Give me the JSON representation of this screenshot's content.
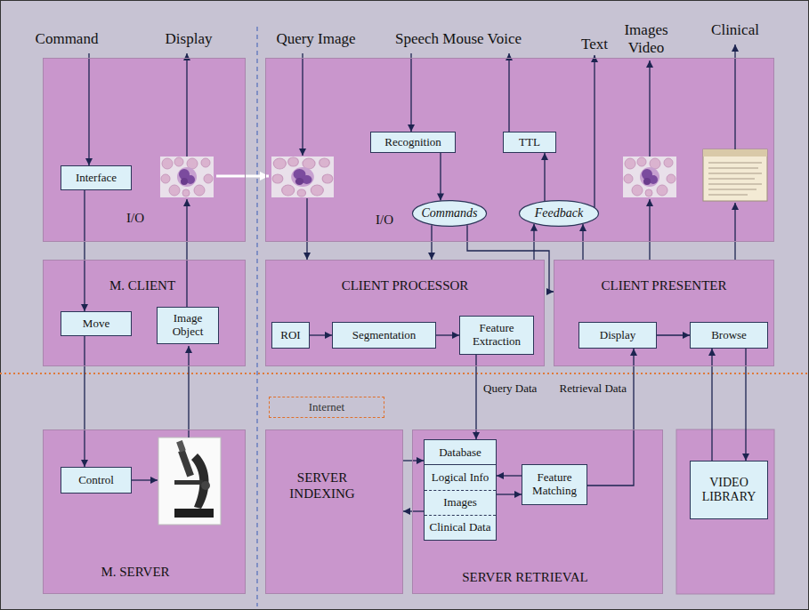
{
  "diagram": {
    "nodes": [
      {
        "text": [
          "I/O"
        ]
      },
      {
        "text": [
          "Interface"
        ],
        "in": 0
      },
      {
        "text": [
          "I/O"
        ]
      },
      {
        "text": [
          "Recognition"
        ],
        "in": 2
      },
      {
        "text": [
          "TTL"
        ],
        "in": 2
      },
      {
        "text": [
          "Commands"
        ],
        "in": 2
      },
      {
        "text": [
          "Feedback"
        ],
        "in": 2
      },
      {
        "text": [
          "M. CLIENT"
        ]
      },
      {
        "text": [
          "Move"
        ],
        "in": 7
      },
      {
        "text": [
          "Image Object"
        ],
        "in": 7
      },
      {
        "text": [
          "CLIENT PROCESSOR"
        ]
      },
      {
        "text": [
          "ROI"
        ],
        "in": 10
      },
      {
        "text": [
          "Segmentation"
        ],
        "in": 10
      },
      {
        "text": [
          "Feature Extraction"
        ],
        "in": 10
      },
      {
        "text": [
          "CLIENT PRESENTER"
        ]
      },
      {
        "text": [
          "Display"
        ],
        "in": 14
      },
      {
        "text": [
          "Browse"
        ],
        "in": 14
      },
      {
        "text": [
          "Internet"
        ]
      },
      {
        "text": [
          "M. SERVER"
        ]
      },
      {
        "text": [
          "Control"
        ],
        "in": 18
      },
      {
        "text": [
          "SERVER INDEXING"
        ]
      },
      {
        "text": [
          "SERVER RETRIEVAL"
        ]
      },
      {
        "text": [
          "Database",
          "Logical Info",
          "Images",
          "Clinical Data"
        ],
        "in": 21
      },
      {
        "text": [
          "Feature Matching"
        ],
        "in": 21
      },
      {
        "text": [
          "VIDEO LIBRARY"
        ]
      }
    ],
    "edges": [
      {
        "from": 1,
        "to": 8,
        "arrow": "to"
      },
      {
        "from": 8,
        "to": 19,
        "arrow": "to"
      },
      {
        "from": 3,
        "to": 5,
        "arrow": "to"
      },
      {
        "from": 5,
        "to": 10,
        "arrow": "to"
      },
      {
        "from": 5,
        "to": 14,
        "arrow": "to"
      },
      {
        "from": 10,
        "to": 6,
        "arrow": "to"
      },
      {
        "from": 14,
        "to": 6,
        "arrow": "to"
      },
      {
        "from": 6,
        "to": 4,
        "arrow": "to"
      },
      {
        "from": 11,
        "to": 12,
        "arrow": "to"
      },
      {
        "from": 12,
        "to": 13,
        "arrow": "to"
      },
      {
        "from": 13,
        "to": 22,
        "label": "Query Data",
        "arrow": "to"
      },
      {
        "from": 23,
        "to": 15,
        "label": "Retrieval Data",
        "arrow": "to"
      },
      {
        "from": 15,
        "to": 16,
        "arrow": "to"
      },
      {
        "from": 24,
        "to": 16,
        "arrow": "to"
      },
      {
        "from": 16,
        "to": 24,
        "arrow": "to"
      },
      {
        "from": 20,
        "to": 22,
        "arrow": "to"
      },
      {
        "from": 22,
        "to": 20,
        "arrow": "to"
      },
      {
        "from": 23,
        "to": 22,
        "arrow": "to"
      },
      {
        "from": 22,
        "to": 23,
        "arrow": "to"
      }
    ],
    "labels": [
      "Command",
      "Display",
      "Query Image",
      "Speech Mouse Voice",
      "Text",
      "Images Video",
      "Clinical"
    ]
  }
}
